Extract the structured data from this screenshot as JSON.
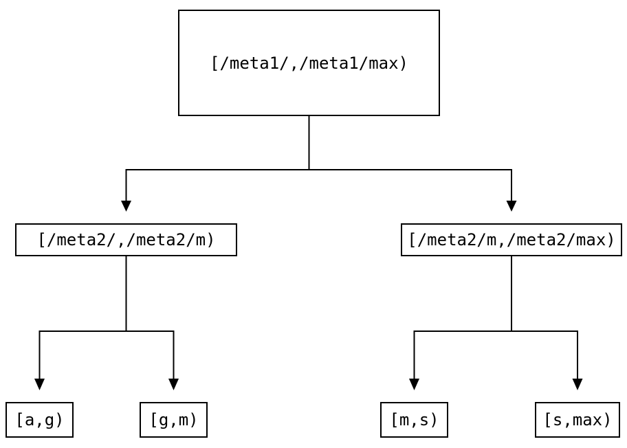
{
  "colors": {
    "line": "#000000",
    "bg": "#ffffff",
    "text": "#000000"
  },
  "diagram": {
    "type": "tree",
    "description_levels": 3,
    "nodes": {
      "root": {
        "label": "[/meta1/,/meta1/max)"
      },
      "split_left": {
        "label": "[/meta2/,/meta2/m)"
      },
      "split_right": {
        "label": "[/meta2/m,/meta2/max)"
      },
      "leaf_1": {
        "label": "[a,g)"
      },
      "leaf_2": {
        "label": "[g,m)"
      },
      "leaf_3": {
        "label": "[m,s)"
      },
      "leaf_4": {
        "label": "[s,max)"
      }
    },
    "edges": [
      {
        "from": "root",
        "to": "split_left"
      },
      {
        "from": "root",
        "to": "split_right"
      },
      {
        "from": "split_left",
        "to": "leaf_1"
      },
      {
        "from": "split_left",
        "to": "leaf_2"
      },
      {
        "from": "split_right",
        "to": "leaf_3"
      },
      {
        "from": "split_right",
        "to": "leaf_4"
      }
    ]
  }
}
